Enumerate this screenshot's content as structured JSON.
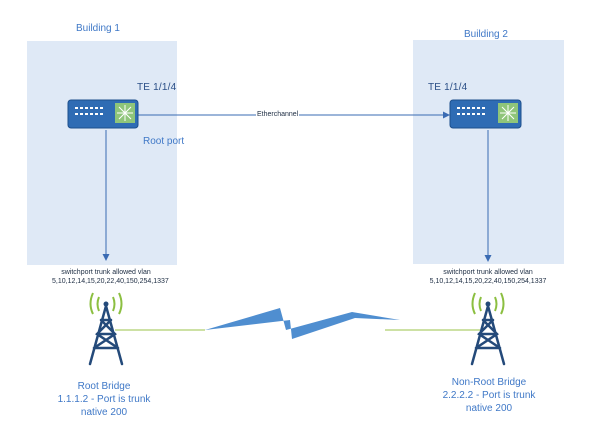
{
  "building1": {
    "title": "Building 1",
    "port": "TE 1/1/4",
    "root_port": "Root port"
  },
  "building2": {
    "title": "Building 2",
    "port": "TE 1/1/4"
  },
  "link": {
    "label": "Etherchannel"
  },
  "vlan_left": {
    "line1": "switchport trunk allowed vlan",
    "line2": "5,10,12,14,15,20,22,40,150,254,1337"
  },
  "vlan_right": {
    "line1": "switchport trunk allowed vlan",
    "line2": "5,10,12,14,15,20,22,40,150,254,1337"
  },
  "root_bridge": {
    "line1": "Root Bridge",
    "line2": "1.1.1.2  - Port is trunk",
    "line3": "native 200"
  },
  "nonroot_bridge": {
    "line1": "Non-Root Bridge",
    "line2": "2.2.2.2  - Port is trunk",
    "line3": "native 200"
  },
  "colors": {
    "building_fill": "#dfe9f6",
    "accent": "#3f78c7",
    "switch": "#2f6cb4",
    "wireless": "#9bc34a"
  },
  "icons": [
    "network-switch-icon",
    "radio-tower-icon",
    "lightning-bolt-icon"
  ]
}
